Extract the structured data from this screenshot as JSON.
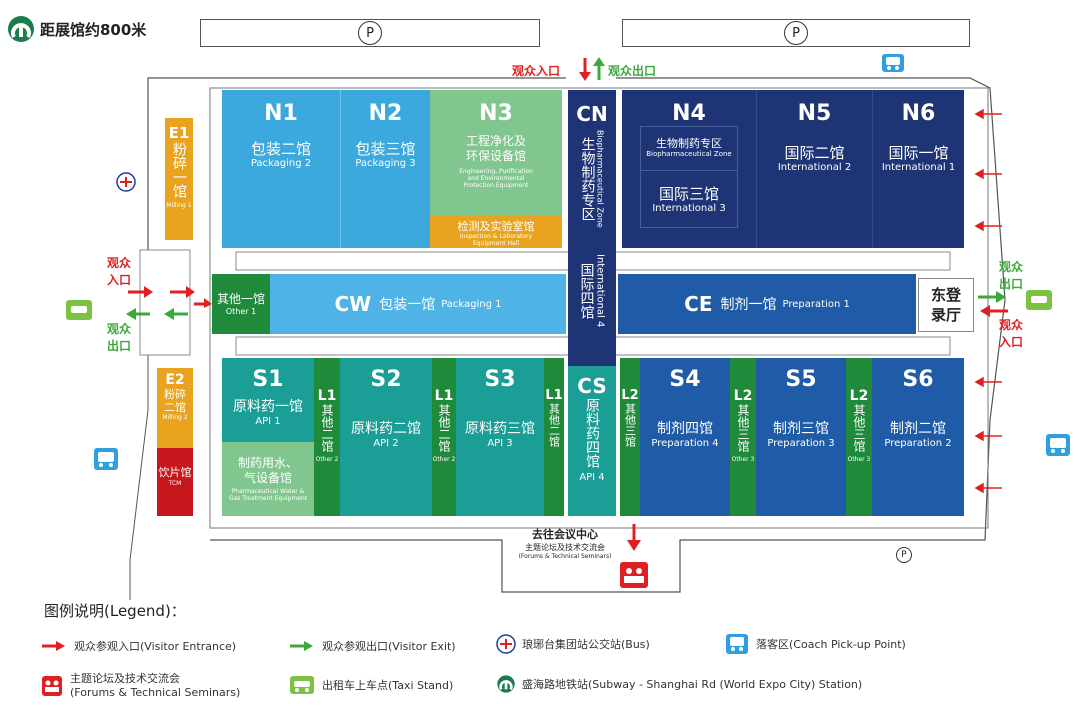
{
  "subway_note": "距展馆约800米",
  "parking": "P",
  "top_entry": {
    "entrance": "观众入口",
    "exit": "观众出口"
  },
  "west": {
    "entrance": "观众\n入口",
    "exit": "观众\n出口"
  },
  "east": {
    "entrance": "观众\n入口",
    "exit": "观众\n出口"
  },
  "east_reg": "东登\n录厅",
  "halls": {
    "N1": {
      "code": "N1",
      "cn": "包装二馆",
      "en": "Packaging 2"
    },
    "N2": {
      "code": "N2",
      "cn": "包装三馆",
      "en": "Packaging 3"
    },
    "N3": {
      "code": "N3",
      "cn": "工程净化及\n环保设备馆",
      "en": "Engineering, Purification\nand Environmental\nProtection Equipment",
      "sub_cn": "检测及实验室馆",
      "sub_en": "Inspection & Laboratory\nEquipment Hall"
    },
    "CN": {
      "code": "CN",
      "cn": "生物制药专区",
      "en": "Biopharmaceutical Zone"
    },
    "N4": {
      "code": "N4",
      "cn": "生物制药专区",
      "en": "Biopharmaceutical Zone",
      "sub_cn": "国际三馆",
      "sub_en": "International 3"
    },
    "N5": {
      "code": "N5",
      "cn": "国际二馆",
      "en": "International 2"
    },
    "N6": {
      "code": "N6",
      "cn": "国际一馆",
      "en": "International 1"
    },
    "E1": {
      "code": "E1",
      "cn": "粉碎一馆",
      "en": "Milling 1"
    },
    "E2": {
      "code": "E2",
      "cn": "粉碎二馆",
      "en": "Milling 2"
    },
    "TCM": {
      "cn": "饮片馆",
      "en": "TCM"
    },
    "Other1": {
      "cn": "其他一馆",
      "en": "Other 1"
    },
    "CW": {
      "code": "CW",
      "cn": "包装一馆",
      "en": "Packaging 1"
    },
    "C": {
      "cn": "国际四馆",
      "en": "International 4"
    },
    "CE": {
      "code": "CE",
      "cn": "制剂一馆",
      "en": "Preparation 1"
    },
    "S1": {
      "code": "S1",
      "cn": "原料药一馆",
      "en": "API 1",
      "sub_cn": "制药用水、\n气设备馆",
      "sub_en": "Pharmaceutical Water &\nGas Treatment Equipment"
    },
    "S2": {
      "code": "S2",
      "cn": "原料药二馆",
      "en": "API 2"
    },
    "S3": {
      "code": "S3",
      "cn": "原料药三馆",
      "en": "API 3"
    },
    "CS": {
      "code": "CS",
      "cn": "原料药四馆",
      "en": "API 4"
    },
    "S4": {
      "code": "S4",
      "cn": "制剂四馆",
      "en": "Preparation 4"
    },
    "S5": {
      "code": "S5",
      "cn": "制剂三馆",
      "en": "Preparation 3"
    },
    "S6": {
      "code": "S6",
      "cn": "制剂二馆",
      "en": "Preparation 2"
    },
    "L1": {
      "code": "L1",
      "cn": "其他二馆",
      "en": "Other 2"
    },
    "L2": {
      "code": "L2",
      "cn": "其他三馆",
      "en": "Other 3"
    }
  },
  "conference": {
    "cn": "去往会议中心",
    "sub_cn": "主题论坛及技术交流会",
    "sub_en": "(Forums & Technical Seminars)"
  },
  "legend": {
    "title": "图例说明(Legend)：",
    "entrance": "观众参观入口(Visitor Entrance)",
    "exit": "观众参观出口(Visitor Exit)",
    "bus": "琅琊台集团站公交站(Bus)",
    "coach": "落客区(Coach Pick-up Point)",
    "forum": "主题论坛及技术交流会\n(Forums & Technical Seminars)",
    "taxi": "出租车上车点(Taxi Stand)",
    "subway": "盛海路地铁站(Subway - Shanghai Rd (World Expo City) Station)"
  },
  "colors": {
    "light_blue": "#3ba9de",
    "light_green": "#80c68e",
    "orange": "#e9a31e",
    "navy": "#1e3475",
    "mid_blue": "#1f5ba6",
    "teal": "#1b9e95",
    "dark_green": "#1f8b3a",
    "red": "#c8161d",
    "cyan": "#4fb3e6",
    "arrow_red": "#e02020",
    "arrow_green": "#3aa83a"
  }
}
